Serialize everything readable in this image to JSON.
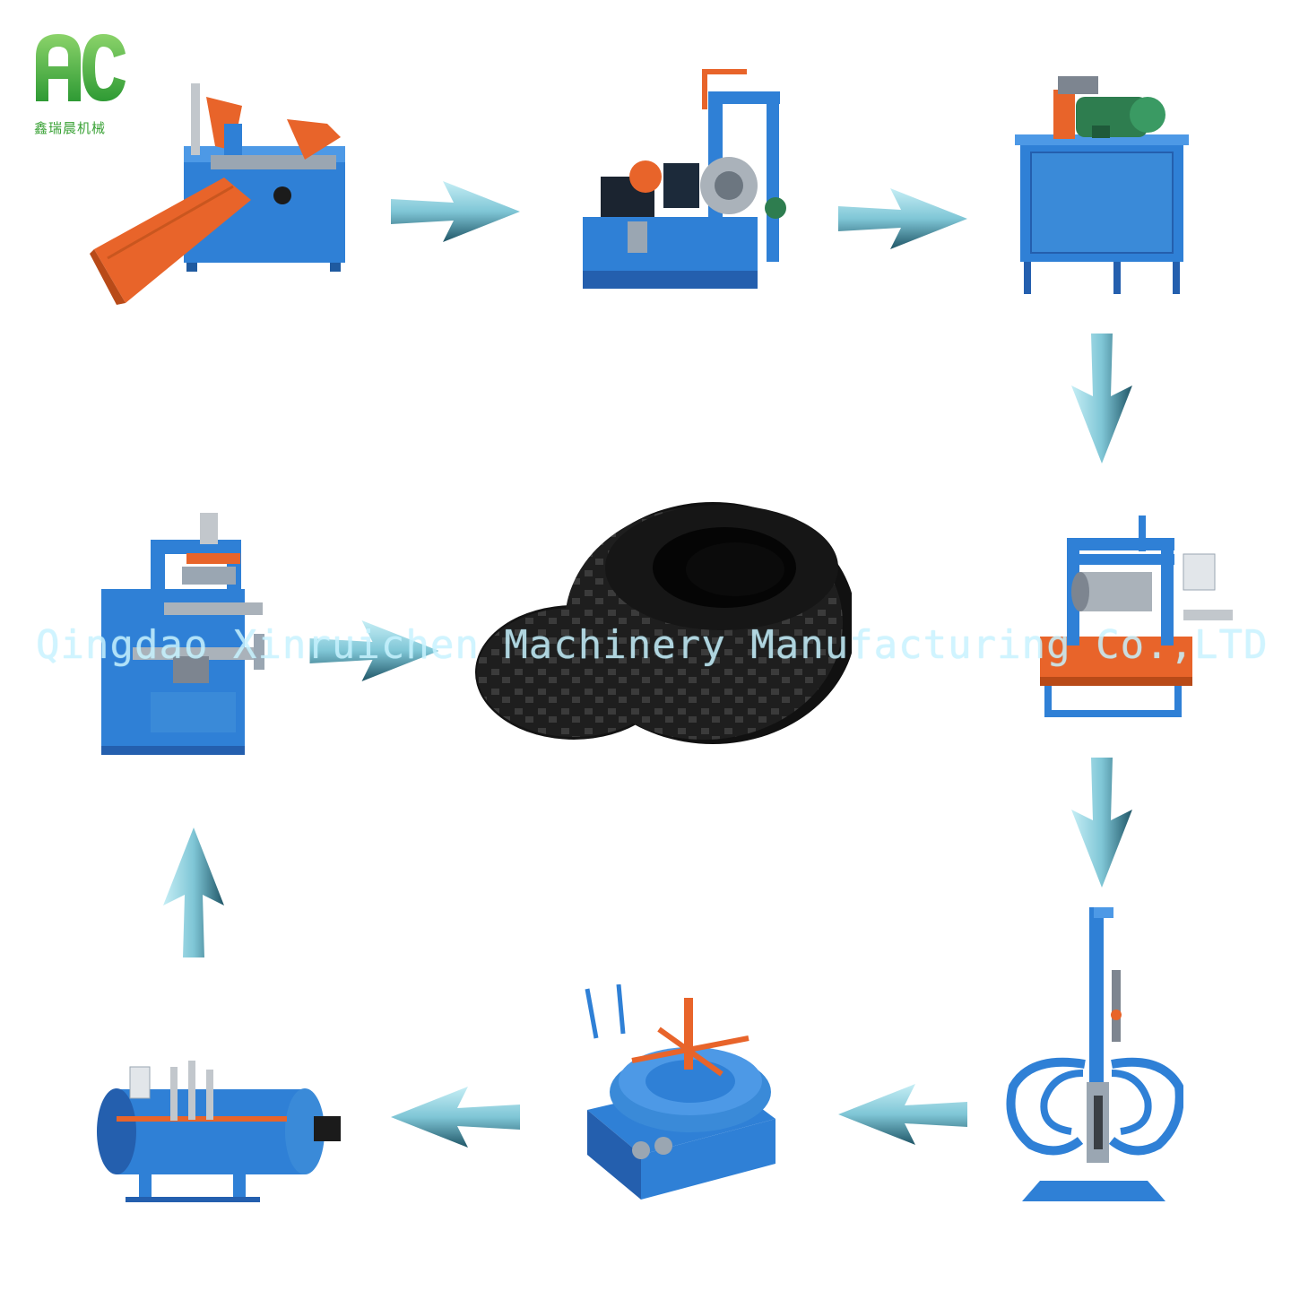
{
  "brand": {
    "logo_letters": "AC",
    "subtitle": "鑫瑞晨机械"
  },
  "watermark": "Qingdao Xinruichen Machinery Manufacturing Co.,LTD",
  "colors": {
    "machine_blue": "#2f80d6",
    "machine_orange": "#e8642a",
    "arrow_teal": "#7fc6d6",
    "logo_green": "#3aa236",
    "tire_black": "#1a1a1a"
  },
  "flow": {
    "nodes": [
      {
        "id": "bead-cutter",
        "icon": "tire-wire-drawing-machine-icon"
      },
      {
        "id": "tire-shredder",
        "icon": "tire-ring-cutter-machine-icon"
      },
      {
        "id": "motor-cabinet",
        "icon": "motor-cabinet-machine-icon"
      },
      {
        "id": "buffing-machine",
        "icon": "tire-buffing-machine-icon"
      },
      {
        "id": "spreader",
        "icon": "tire-spreader-machine-icon"
      },
      {
        "id": "rim-builder",
        "icon": "rim-curing-machine-icon"
      },
      {
        "id": "autoclave",
        "icon": "curing-chamber-autoclave-icon"
      },
      {
        "id": "tread-press",
        "icon": "tread-press-machine-icon"
      },
      {
        "id": "retreaded-tires",
        "icon": "tire-product-icon"
      }
    ],
    "edges": [
      [
        "bead-cutter",
        "tire-shredder"
      ],
      [
        "tire-shredder",
        "motor-cabinet"
      ],
      [
        "motor-cabinet",
        "buffing-machine"
      ],
      [
        "buffing-machine",
        "spreader"
      ],
      [
        "spreader",
        "rim-builder"
      ],
      [
        "rim-builder",
        "autoclave"
      ],
      [
        "autoclave",
        "tread-press"
      ],
      [
        "tread-press",
        "retreaded-tires"
      ]
    ]
  }
}
